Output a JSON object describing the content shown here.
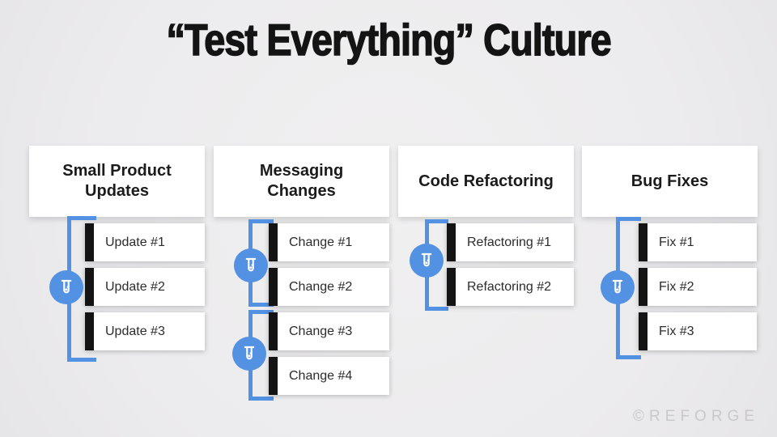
{
  "slide": {
    "title": "“Test Everything” Culture",
    "watermark": "©REFORGE"
  },
  "colors": {
    "background": "#ecebed",
    "accent_blue": "#5391e2",
    "bar_black": "#141414",
    "card_white": "#ffffff",
    "text_dark": "#1b1b1b",
    "watermark_gray": "#c9c9c9"
  },
  "icons": {
    "group_marker": "test-tube-icon"
  },
  "columns": [
    {
      "header": "Small Product\nUpdates",
      "groups": [
        {
          "icon": "test-tube",
          "items": [
            "Update #1",
            "Update #2",
            "Update #3"
          ]
        }
      ]
    },
    {
      "header": "Messaging\nChanges",
      "groups": [
        {
          "icon": "test-tube",
          "items": [
            "Change #1",
            "Change #2"
          ]
        },
        {
          "icon": "test-tube",
          "items": [
            "Change #3",
            "Change #4"
          ]
        }
      ]
    },
    {
      "header": "Code Refactoring",
      "groups": [
        {
          "icon": "test-tube",
          "items": [
            "Refactoring #1",
            "Refactoring #2"
          ]
        }
      ]
    },
    {
      "header": "Bug Fixes",
      "groups": [
        {
          "icon": "test-tube",
          "items": [
            "Fix #1",
            "Fix #2",
            "Fix #3"
          ]
        }
      ]
    }
  ]
}
